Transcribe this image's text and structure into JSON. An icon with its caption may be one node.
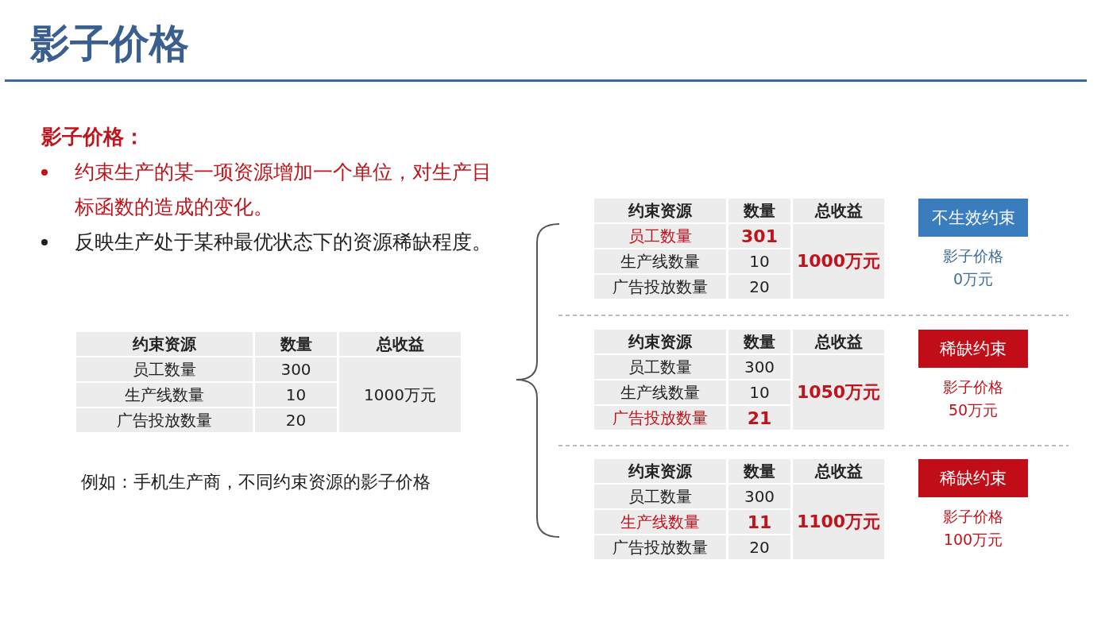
{
  "diagram": {
    "title": "影子价格",
    "nodes": [
      {
        "text": [
          "不生效约束"
        ],
        "beside": [
          "影子价格",
          "0万元"
        ]
      },
      {
        "text": [
          "稀缺约束"
        ],
        "beside": [
          "影子价格",
          "50万元"
        ]
      },
      {
        "text": [
          "稀缺约束"
        ],
        "beside": [
          "影子价格",
          "100万元"
        ]
      }
    ],
    "edges": [],
    "labels": [
      "影子价格：",
      "约束生产的某一项资源增加一个单位，对生产目标函数的造成的变化。",
      "反映生产处于某种最优状态下的资源稀缺程度。",
      "约束资源",
      "数量",
      "总收益",
      "员工数量",
      "300",
      "生产线数量",
      "10",
      "1000万元",
      "广告投放数量",
      "20",
      "例如：手机生产商，不同约束资源的影子价格",
      "约束资源",
      "数量",
      "总收益",
      "员工数量",
      "301",
      "生产线数量",
      "10",
      "1000万元",
      "广告投放数量",
      "20",
      "约束资源",
      "数量",
      "总收益",
      "员工数量",
      "300",
      "生产线数量",
      "10",
      "1050万元",
      "广告投放数量",
      "21",
      "约束资源",
      "数量",
      "总收益",
      "员工数量",
      "300",
      "生产线数量",
      "11",
      "1100万元",
      "广告投放数量",
      "20"
    ]
  }
}
